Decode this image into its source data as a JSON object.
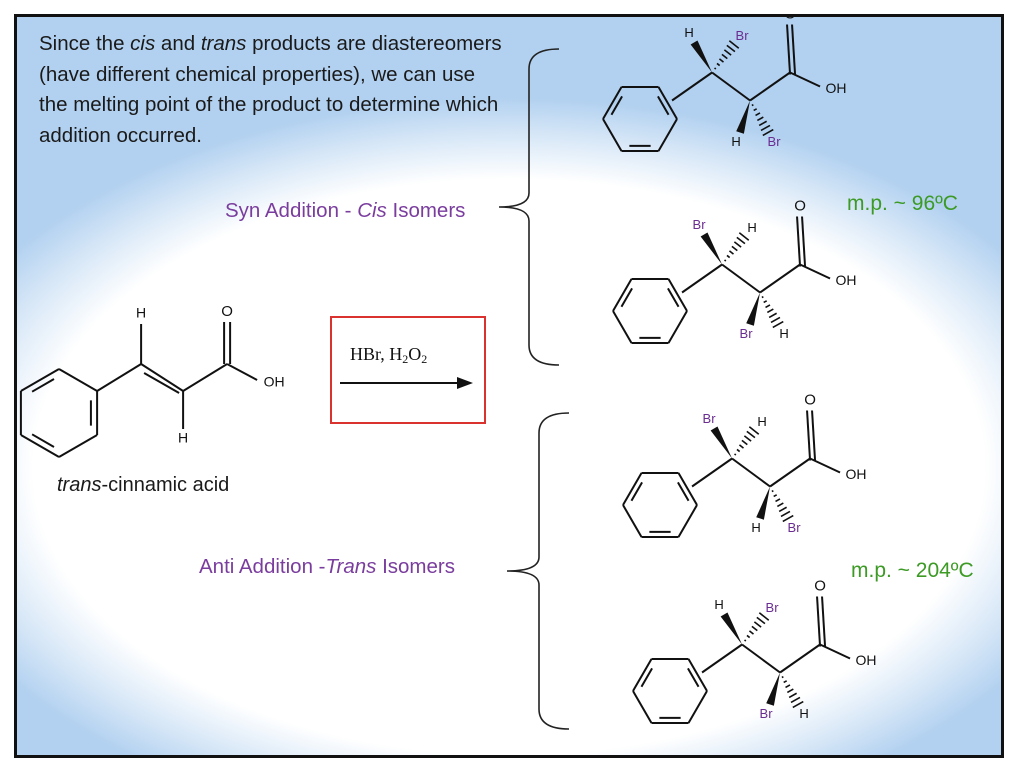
{
  "intro": {
    "t1": "Since the ",
    "cis": "cis",
    "t2": " and ",
    "trans": "trans",
    "t3": " products are diastereomers (have different chemical properties), we can use the melting point of the product to determine which addition occurred."
  },
  "syn_label": {
    "prefix": "Syn Addition - ",
    "em": "Cis",
    "suffix": " Isomers"
  },
  "anti_label": {
    "prefix": "Anti Addition -",
    "em": "Trans",
    "suffix": " Isomers"
  },
  "mp_syn": "m.p. ~ 96ºC",
  "mp_anti": "m.p. ~ 204ºC",
  "reactant": {
    "name_em": "trans",
    "name_rest": "-cinnamic acid"
  },
  "reagent": {
    "a": "HBr, H",
    "b": "O"
  },
  "subscripts": {
    "two": "2"
  },
  "atoms": {
    "H": "H",
    "Br": "Br",
    "O": "O",
    "OH": "OH"
  },
  "colors": {
    "purple": "#7a3d9e",
    "green": "#3c9a25",
    "red_box": "#d9322f",
    "bromine": "#6a2c91"
  }
}
